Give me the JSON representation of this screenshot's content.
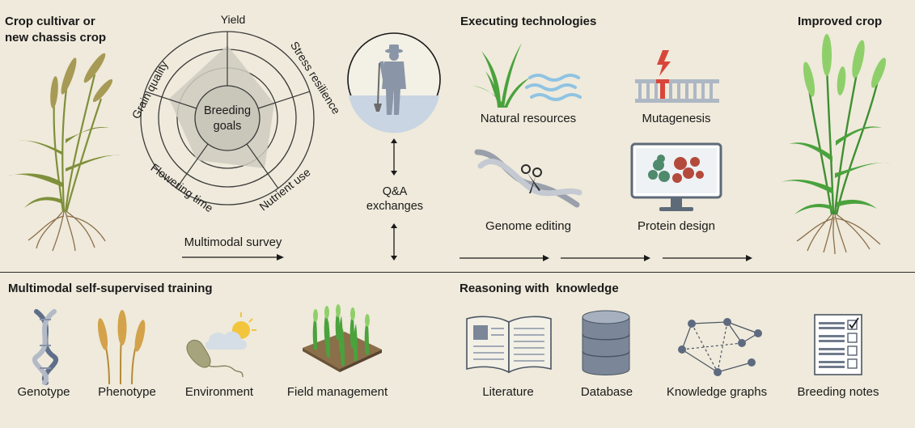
{
  "top": {
    "left_heading_line1": "Crop cultivar or",
    "left_heading_line2": "new chassis crop",
    "radar": {
      "center_line1": "Breeding",
      "center_line2": "goals",
      "axes": [
        "Yield",
        "Stress resilience",
        "Nutrient use",
        "Flowering time",
        "Grain quality"
      ]
    },
    "survey_label": "Multimodal survey",
    "qa_line1": "Q&A",
    "qa_line2": "exchanges",
    "executing_heading": "Executing technologies",
    "technologies": [
      "Natural resources",
      "Mutagenesis",
      "Genome editing",
      "Protein design"
    ],
    "improved_heading": "Improved crop"
  },
  "bottom": {
    "training_heading": "Multimodal self-supervised training",
    "training_items": [
      "Genotype",
      "Phenotype",
      "Environment",
      "Field management"
    ],
    "reasoning_heading": "Reasoning with  knowledge",
    "reasoning_items": [
      "Literature",
      "Database",
      "Knowledge graphs",
      "Breeding notes"
    ]
  },
  "colors": {
    "background": "#efeadb",
    "wheat_stalk": "#7f8f3a",
    "wheat_head": "#a79a55",
    "improved_green": "#4aa23c",
    "farmer": "#8a96a8",
    "mutation_red": "#d8463b",
    "radar_fill": "#cfccc0",
    "helix_blue": "#5f6f8a",
    "water_blue": "#8fc3e3"
  }
}
